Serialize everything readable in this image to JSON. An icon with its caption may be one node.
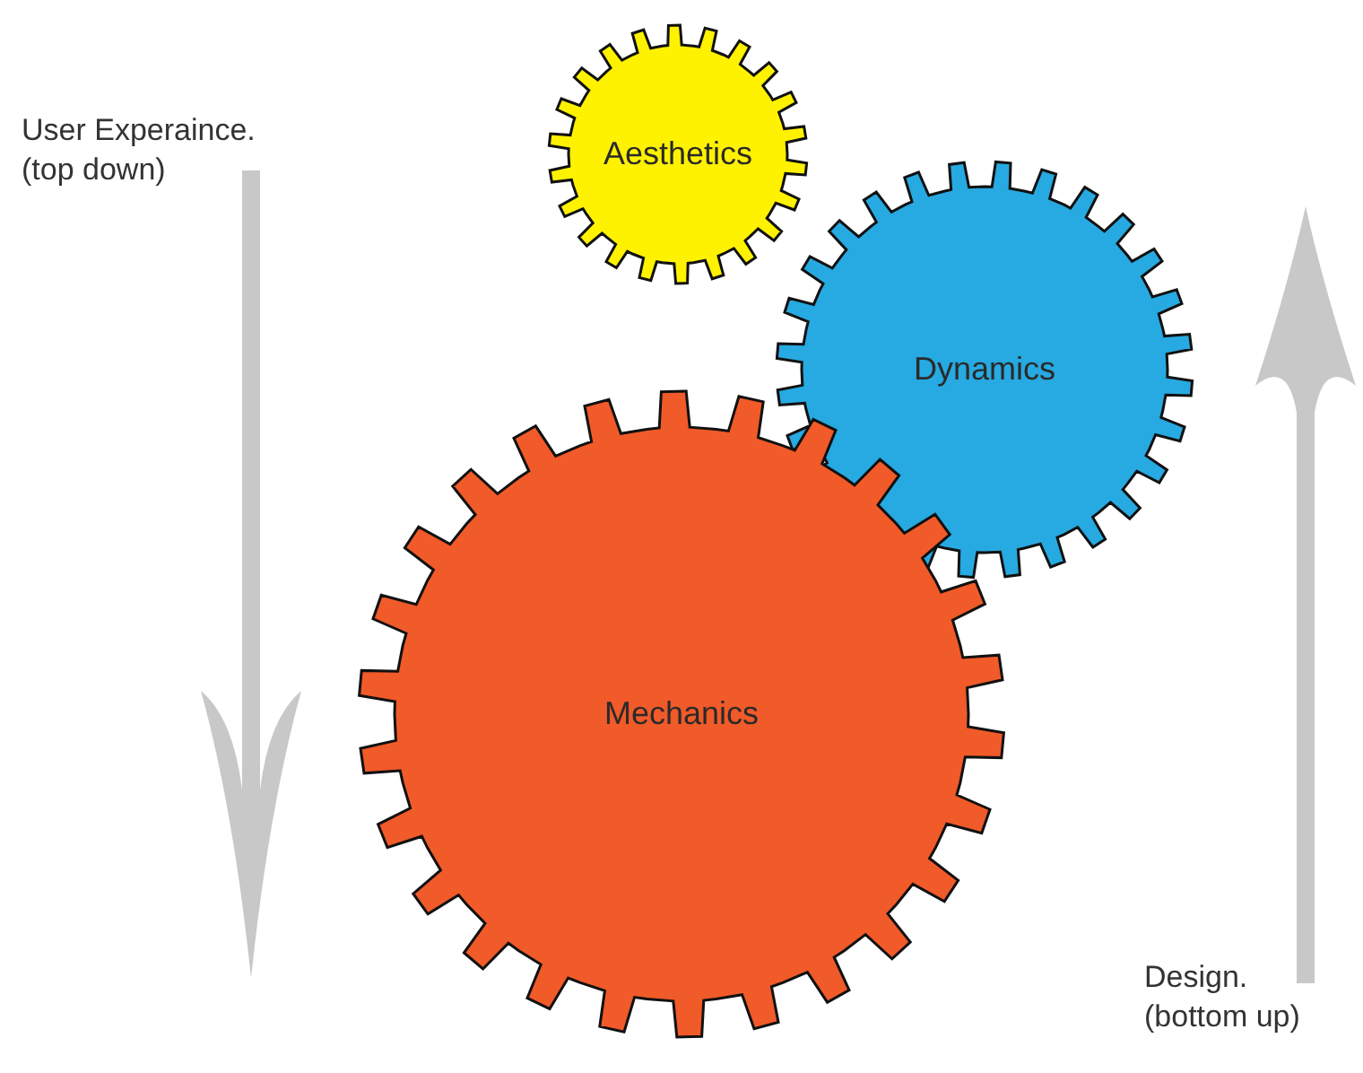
{
  "diagram": {
    "nodes": [
      {
        "text": [
          "Aesthetics"
        ]
      },
      {
        "text": [
          "Dynamics"
        ]
      },
      {
        "text": [
          "Mechanics"
        ]
      }
    ],
    "labels": [
      "User Experaince. (top down)",
      "Design. (bottom up)"
    ]
  }
}
